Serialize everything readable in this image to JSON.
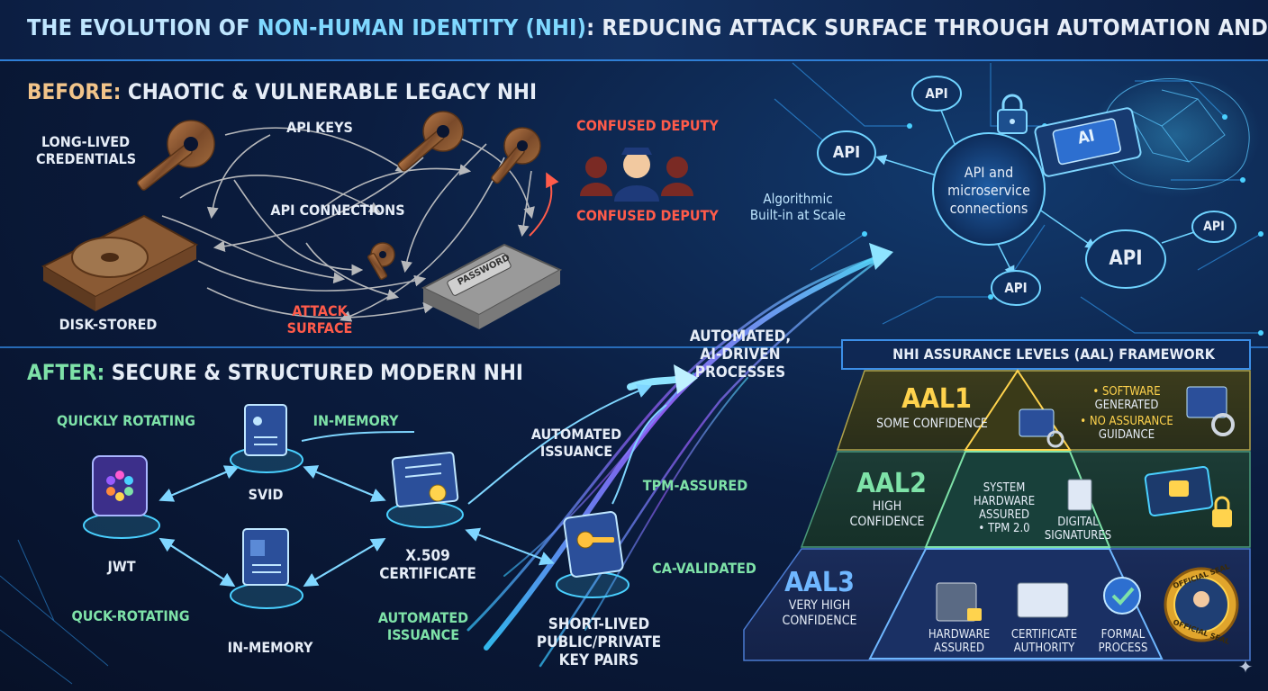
{
  "title": {
    "part1": "THE EVOLUTION OF ",
    "part2": "NON-HUMAN IDENTITY (NHI)",
    "part3": ": REDUCING ATTACK SURFACE THROUGH AUTOMATION AND ASSURANCE"
  },
  "before": {
    "heading_prefix": "BEFORE:",
    "heading_rest": "CHAOTIC & VULNERABLE LEGACY NHI",
    "long_lived_1": "LONG-LIVED",
    "long_lived_2": "CREDENTIALS",
    "api_keys": "API KEYS",
    "api_connections": "API CONNECTIONS",
    "disk_stored": "DISK-STORED",
    "attack_1": "ATTACK",
    "attack_2": "SURFACE",
    "confused_top": "CONFUSED DEPUTY",
    "confused_bottom": "CONFUSED DEPUTY",
    "password_tag": "PASSWORD"
  },
  "middle": {
    "algo_1": "Algorithmic",
    "algo_2": "Built-in at Scale",
    "auto_1": "AUTOMATED,",
    "auto_2": "AI-DRIVEN",
    "auto_3": "PROCESSES"
  },
  "api_net": {
    "api_top": "API",
    "api_left": "API",
    "api_big": "API",
    "api_bottom": "API",
    "api_right": "API",
    "hub_1": "API and",
    "hub_2": "microservice",
    "hub_3": "connections",
    "chip": "AI"
  },
  "after": {
    "heading_prefix": "AFTER:",
    "heading_rest": "SECURE & STRUCTURED MODERN NHI",
    "quickly_rotating": "QUICKLY ROTATING",
    "in_memory_top": "IN-MEMORY",
    "svid": "SVID",
    "jwt": "JWT",
    "x509_1": "X.509",
    "x509_2": "CERTIFICATE",
    "auto_issuance_top_1": "AUTOMATED",
    "auto_issuance_top_2": "ISSUANCE",
    "tpm_assured": "TPM-ASSURED",
    "ca_validated": "CA-VALIDATED",
    "quck_rotating": "QUCK-ROTATING",
    "in_memory_bottom": "IN-MEMORY",
    "auto_issuance_bot_1": "AUTOMATED",
    "auto_issuance_bot_2": "ISSUANCE",
    "short_1": "SHORT-LIVED",
    "short_2": "PUBLIC/PRIVATE",
    "short_3": "KEY PAIRS"
  },
  "aal": {
    "title": "NHI ASSURANCE LEVELS (AAL) FRAMEWORK",
    "aal1": "AAL1",
    "aal1_sub": "SOME CONFIDENCE",
    "aal1_b1_1": "• SOFTWARE",
    "aal1_b1_2": "GENERATED",
    "aal1_b2_1": "• NO ASSURANCE",
    "aal1_b2_2": "GUIDANCE",
    "aal2": "AAL2",
    "aal2_sub_1": "HIGH",
    "aal2_sub_2": "CONFIDENCE",
    "aal2_sys_1": "SYSTEM",
    "aal2_sys_2": "HARDWARE",
    "aal2_sys_3": "ASSURED",
    "aal2_sys_4": "• TPM 2.0",
    "aal2_dig_1": "DIGITAL",
    "aal2_dig_2": "SIGNATURES",
    "aal3": "AAL3",
    "aal3_sub_1": "VERY HIGH",
    "aal3_sub_2": "CONFIDENCE",
    "hw_1": "HARDWARE",
    "hw_2": "ASSURED",
    "ca_1": "CERTIFICATE",
    "ca_2": "AUTHORITY",
    "fp_1": "FORMAL",
    "fp_2": "PROCESS",
    "seal_top": "OFFICIAL SEAL",
    "seal_bottom": "OFFICIAL SEAL"
  },
  "colors": {
    "accent_green": "#7ee2a8",
    "alert_red": "#ff5b4a",
    "line_blue": "#7fd6ff",
    "title_blue": "#7fd8ff",
    "aal1_gold": "#ffd34d",
    "aal2_green": "#7ee2a8",
    "aal3_blue": "#6fb7ff"
  }
}
